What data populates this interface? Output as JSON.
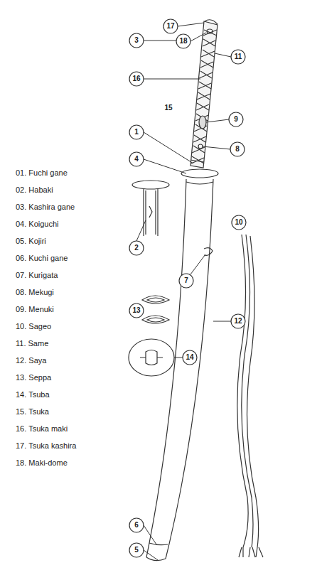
{
  "diagram": {
    "labels": [
      "01. Fuchi gane",
      "02. Habaki",
      "03. Kashira gane",
      "04. Koiguchi",
      "05. Kojiri",
      "06. Kuchi gane",
      "07. Kurigata",
      "08. Mekugi",
      "09. Menuki",
      "10. Sageo",
      "11. Same",
      "12. Saya",
      "13. Seppa",
      "14. Tsuba",
      "15. Tsuka",
      "16. Tsuka maki",
      "17. Tsuka kashira",
      "18. Maki-dome",
      "17",
      "3",
      "18",
      "11",
      "16",
      "15",
      "9",
      "1",
      "8",
      "4",
      "10",
      "2",
      "7",
      "13",
      "12",
      "14",
      "6",
      "5"
    ]
  }
}
